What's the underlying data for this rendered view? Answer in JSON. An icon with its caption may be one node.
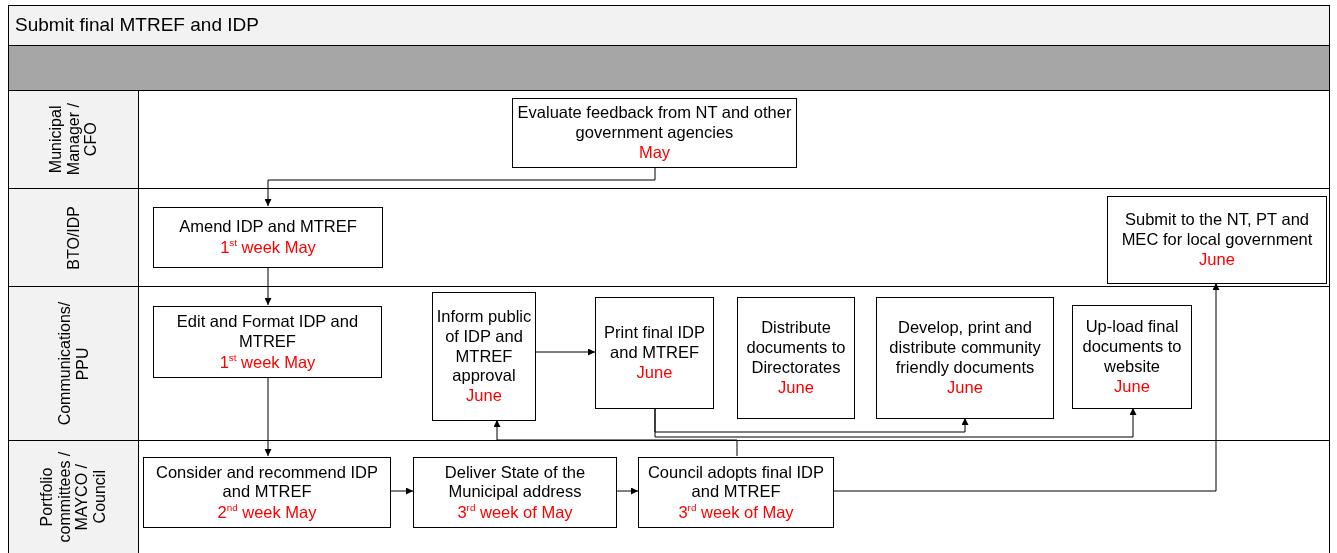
{
  "diagram": {
    "title": "Submit final MTREF and IDP",
    "nodes": [
      {
        "text": [
          "Municipal Manager / CFO"
        ]
      },
      {
        "text": [
          "BTO/IDP"
        ]
      },
      {
        "text": [
          "Communications/ PPU"
        ]
      },
      {
        "text": [
          "Portfolio committees / MAYCO / Council"
        ]
      },
      {
        "text": [
          "Evaluate feedback from NT and other government agencies",
          "May"
        ],
        "in": 0
      },
      {
        "text": [
          "Amend IDP and MTREF",
          "1$^{st}$ week May"
        ],
        "in": 1
      },
      {
        "text": [
          "Submit to the NT, PT and MEC for local government",
          "June"
        ],
        "in": 1
      },
      {
        "text": [
          "Edit and Format IDP and MTREF",
          "1$^{st}$ week May"
        ],
        "in": 2
      },
      {
        "text": [
          "Inform public of IDP and MTREF approval",
          "June"
        ],
        "in": 2
      },
      {
        "text": [
          "Print final IDP and MTREF",
          "June"
        ],
        "in": 2
      },
      {
        "text": [
          "Distribute documents to Directorates",
          "June"
        ],
        "in": 2
      },
      {
        "text": [
          "Develop, print and distribute community friendly documents",
          "June"
        ],
        "in": 2
      },
      {
        "text": [
          "Up-load final documents to website",
          "June"
        ],
        "in": 2
      },
      {
        "text": [
          "Consider and recommend IDP and MTREF",
          "2$^{nd}$ week May"
        ],
        "in": 3
      },
      {
        "text": [
          "Deliver State of the Municipal address",
          "3$^{rd}$ week of May"
        ],
        "in": 3
      },
      {
        "text": [
          "Council adopts final IDP and MTREF",
          "3$^{rd}$ week of May"
        ],
        "in": 3
      }
    ],
    "edges": [
      {
        "from": 4,
        "to": 5,
        "arrow": "to"
      },
      {
        "from": 5,
        "to": 7,
        "arrow": "to"
      },
      {
        "from": 7,
        "to": 13,
        "arrow": "to"
      },
      {
        "from": 13,
        "to": 14,
        "arrow": "to"
      },
      {
        "from": 14,
        "to": 15,
        "arrow": "to"
      },
      {
        "from": 15,
        "to": 6,
        "arrow": "to"
      },
      {
        "from": 15,
        "to": 8,
        "arrow": "to"
      },
      {
        "from": 8,
        "to": 9,
        "arrow": "to"
      },
      {
        "from": 9,
        "to": 11,
        "arrow": "to"
      },
      {
        "from": 9,
        "to": 12,
        "arrow": "to"
      }
    ]
  }
}
